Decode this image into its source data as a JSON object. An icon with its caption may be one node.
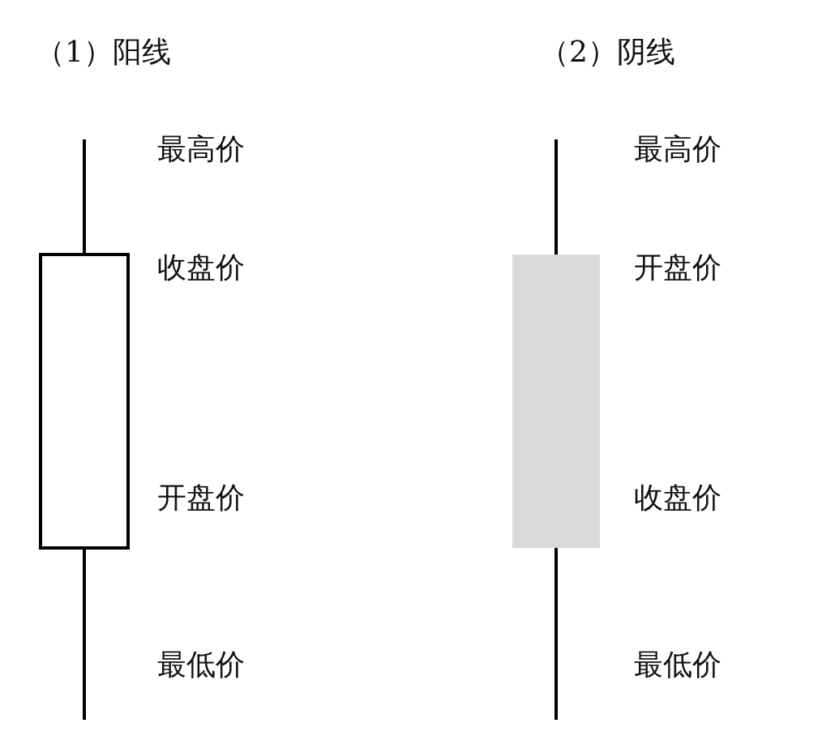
{
  "diagram": {
    "labels": [
      "（1）阳线",
      "（2）阴线",
      "最高价",
      "最高价",
      "收盘价",
      "开盘价",
      "开盘价",
      "收盘价",
      "最低价",
      "最低价"
    ]
  }
}
